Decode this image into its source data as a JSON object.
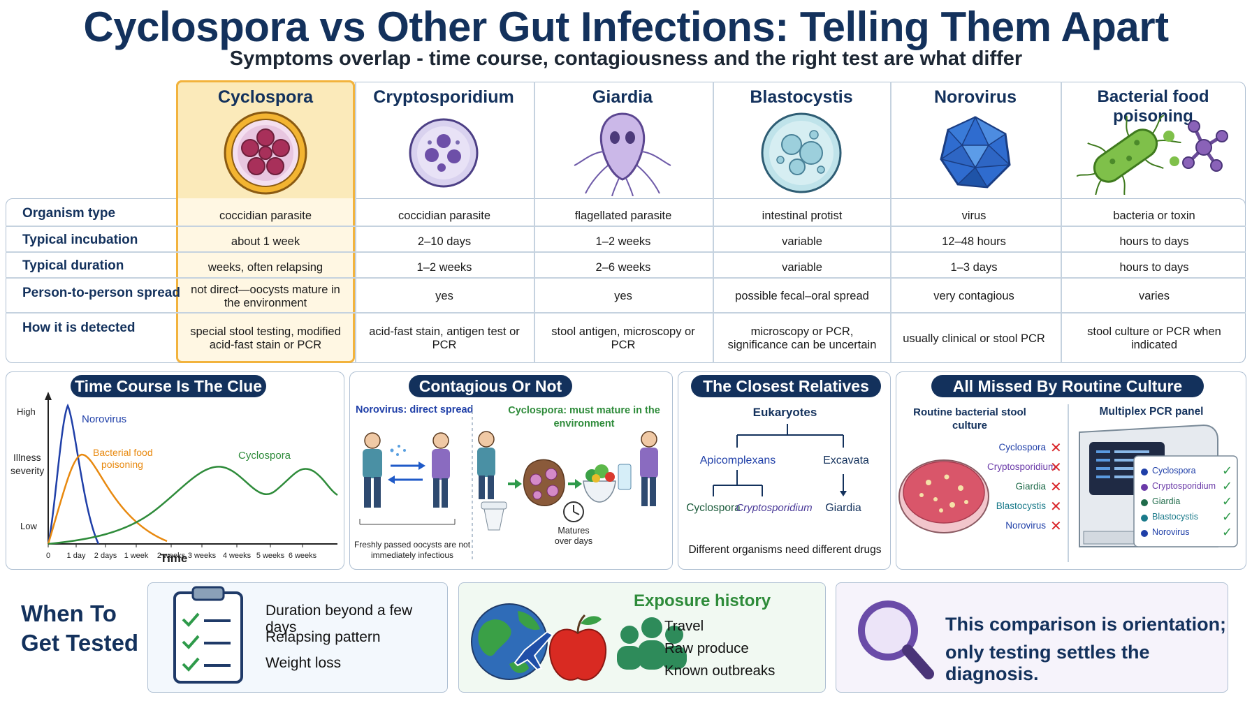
{
  "header": {
    "title": "Cyclospora vs Other Gut Infections: Telling Them Apart",
    "subtitle": "Symptoms overlap - time course, contagiousness and the right test are what differ"
  },
  "table": {
    "columns": [
      "Cyclospora",
      "Cryptosporidium",
      "Giardia",
      "Blastocystis",
      "Norovirus",
      "Bacterial food poisoning"
    ],
    "rows": [
      {
        "label": "Organism type",
        "cells": [
          "coccidian parasite",
          "coccidian parasite",
          "flagellated parasite",
          "intestinal protist",
          "virus",
          "bacteria or toxin"
        ]
      },
      {
        "label": "Typical incubation",
        "cells": [
          "about 1 week",
          "2–10 days",
          "1–2 weeks",
          "variable",
          "12–48 hours",
          "hours to days"
        ]
      },
      {
        "label": "Typical duration",
        "cells": [
          "weeks, often relapsing",
          "1–2 weeks",
          "2–6 weeks",
          "variable",
          "1–3 days",
          "hours to days"
        ]
      },
      {
        "label": "Person-to-person spread",
        "cells": [
          "not direct—oocysts mature in the environment",
          "yes",
          "yes",
          "possible fecal–oral spread",
          "very contagious",
          "varies"
        ]
      },
      {
        "label": "How it is detected",
        "cells": [
          "special stool testing, modified acid-fast stain or PCR",
          "acid-fast stain, antigen test or PCR",
          "stool antigen, microscopy or PCR",
          "microscopy or PCR, significance can be uncertain",
          "usually clinical or stool PCR",
          "stool culture or PCR when indicated"
        ]
      }
    ]
  },
  "time_course": {
    "title": "Time Course Is The Clue",
    "y_label": "Illness severity",
    "y_high": "High",
    "y_low": "Low",
    "x_label": "Time",
    "x_ticks": [
      "0",
      "1 day",
      "2 days",
      "1 week",
      "2 weeks",
      "3 weeks",
      "4 weeks",
      "5 weeks",
      "6 weeks"
    ],
    "series": [
      {
        "name": "Norovirus",
        "color": "#1f3fa8"
      },
      {
        "name": "Bacterial food poisoning",
        "color": "#e8890f"
      },
      {
        "name": "Cyclospora",
        "color": "#2e8b3a"
      }
    ]
  },
  "contagious": {
    "title": "Contagious Or Not",
    "left_label": "Norovirus: direct spread",
    "right_label": "Cyclospora: must mature in the environment",
    "caption_left": "Freshly passed oocysts are not immediately infectious",
    "caption_right": "Matures over days"
  },
  "relatives": {
    "title": "The Closest Relatives",
    "root": "Eukaryotes",
    "branch_a": "Apicomplexans",
    "branch_b": "Excavata",
    "leaf_a1": "Cyclospora",
    "leaf_a2": "Cryptosporidium",
    "leaf_b1": "Giardia",
    "note": "Different organisms need different drugs"
  },
  "culture": {
    "title": "All Missed By Routine Culture",
    "left_title": "Routine bacterial stool culture",
    "right_title": "Multiplex PCR panel",
    "left_items": [
      "Cyclospora",
      "Cryptosporidium",
      "Giardia",
      "Blastocystis",
      "Norovirus"
    ],
    "right_items": [
      "Cyclospora",
      "Cryptosporidium",
      "Giardia",
      "Blastocystis",
      "Norovirus"
    ],
    "item_colors": [
      "#1f3fa8",
      "#6a3aa8",
      "#1f6b4a",
      "#1a7a8a",
      "#1f3fa8"
    ]
  },
  "when_tested": {
    "title_line1": "When To",
    "title_line2": "Get Tested",
    "items": [
      "Duration beyond a few days",
      "Relapsing pattern",
      "Weight loss"
    ]
  },
  "exposure": {
    "title": "Exposure history",
    "items": [
      "Travel",
      "Raw produce",
      "Known outbreaks"
    ]
  },
  "note": {
    "line1": "This comparison is orientation;",
    "line2": "only testing settles the diagnosis."
  }
}
